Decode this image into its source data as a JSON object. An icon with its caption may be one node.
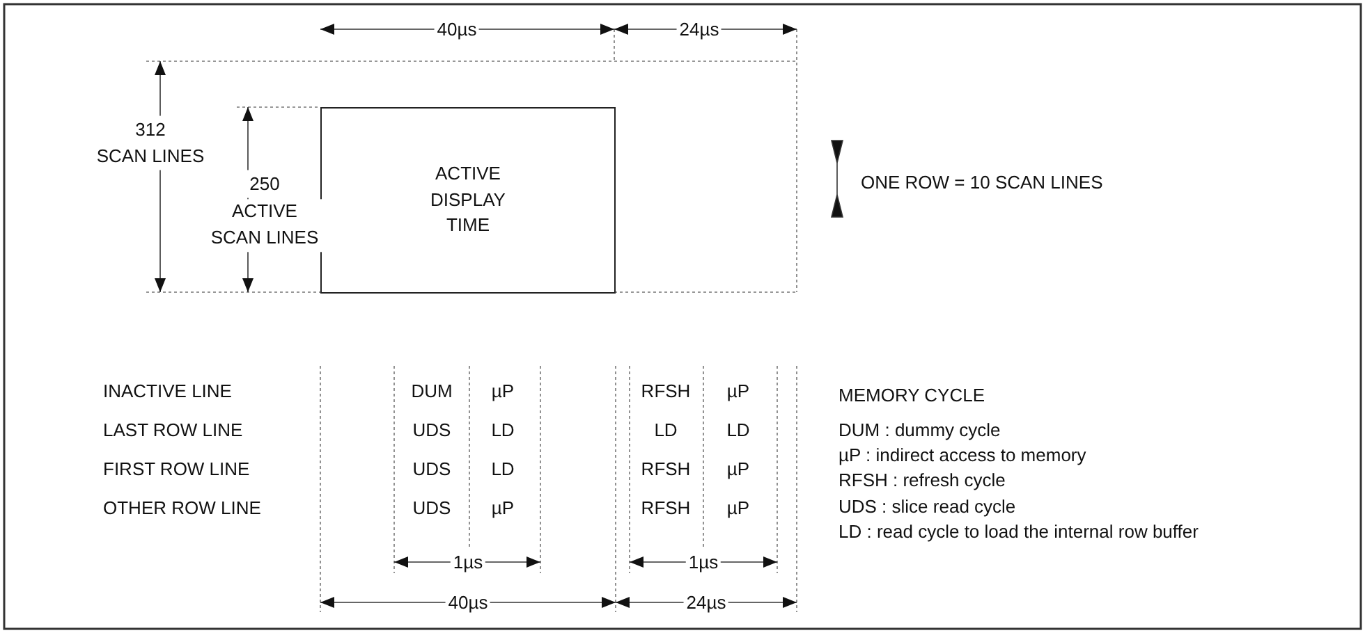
{
  "diagram": {
    "nodes": [
      {
        "text": [
          "ACTIVE DISPLAY TIME"
        ]
      }
    ],
    "labels": [
      "40µs",
      "24µs",
      "312",
      "SCAN LINES",
      "250",
      "ACTIVE SCAN LINES",
      "ONE ROW = 10 SCAN LINES",
      "INACTIVE LINE",
      "DUM",
      "µP",
      "RFSH",
      "µP",
      "LAST ROW LINE",
      "UDS",
      "LD",
      "LD",
      "LD",
      "FIRST ROW LINE",
      "UDS",
      "LD",
      "RFSH",
      "µP",
      "OTHER ROW LINE",
      "UDS",
      "µP",
      "RFSH",
      "µP",
      "1µs",
      "1µs",
      "40µs",
      "24µs",
      "MEMORY CYCLE",
      "DUM : dummy cycle",
      "µP : indirect access to memory",
      "RFSH : refresh cycle",
      "UDS : slice read cycle",
      "LD : read cycle to load the internal row buffer"
    ]
  }
}
